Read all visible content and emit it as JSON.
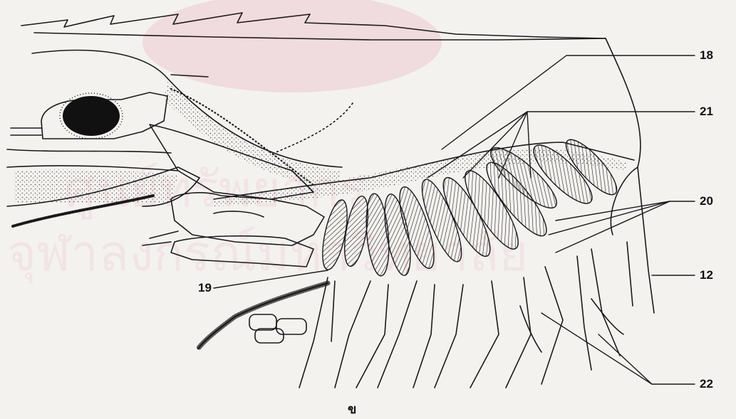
{
  "labels": {
    "l18": "18",
    "l21": "21",
    "l20": "20",
    "l12": "12",
    "l19": "19",
    "l22": "22"
  },
  "caption": "ข",
  "colors": {
    "ink": "#1a1a1a",
    "watermark": "#e8b8c4",
    "paper": "#f4f2ef"
  }
}
